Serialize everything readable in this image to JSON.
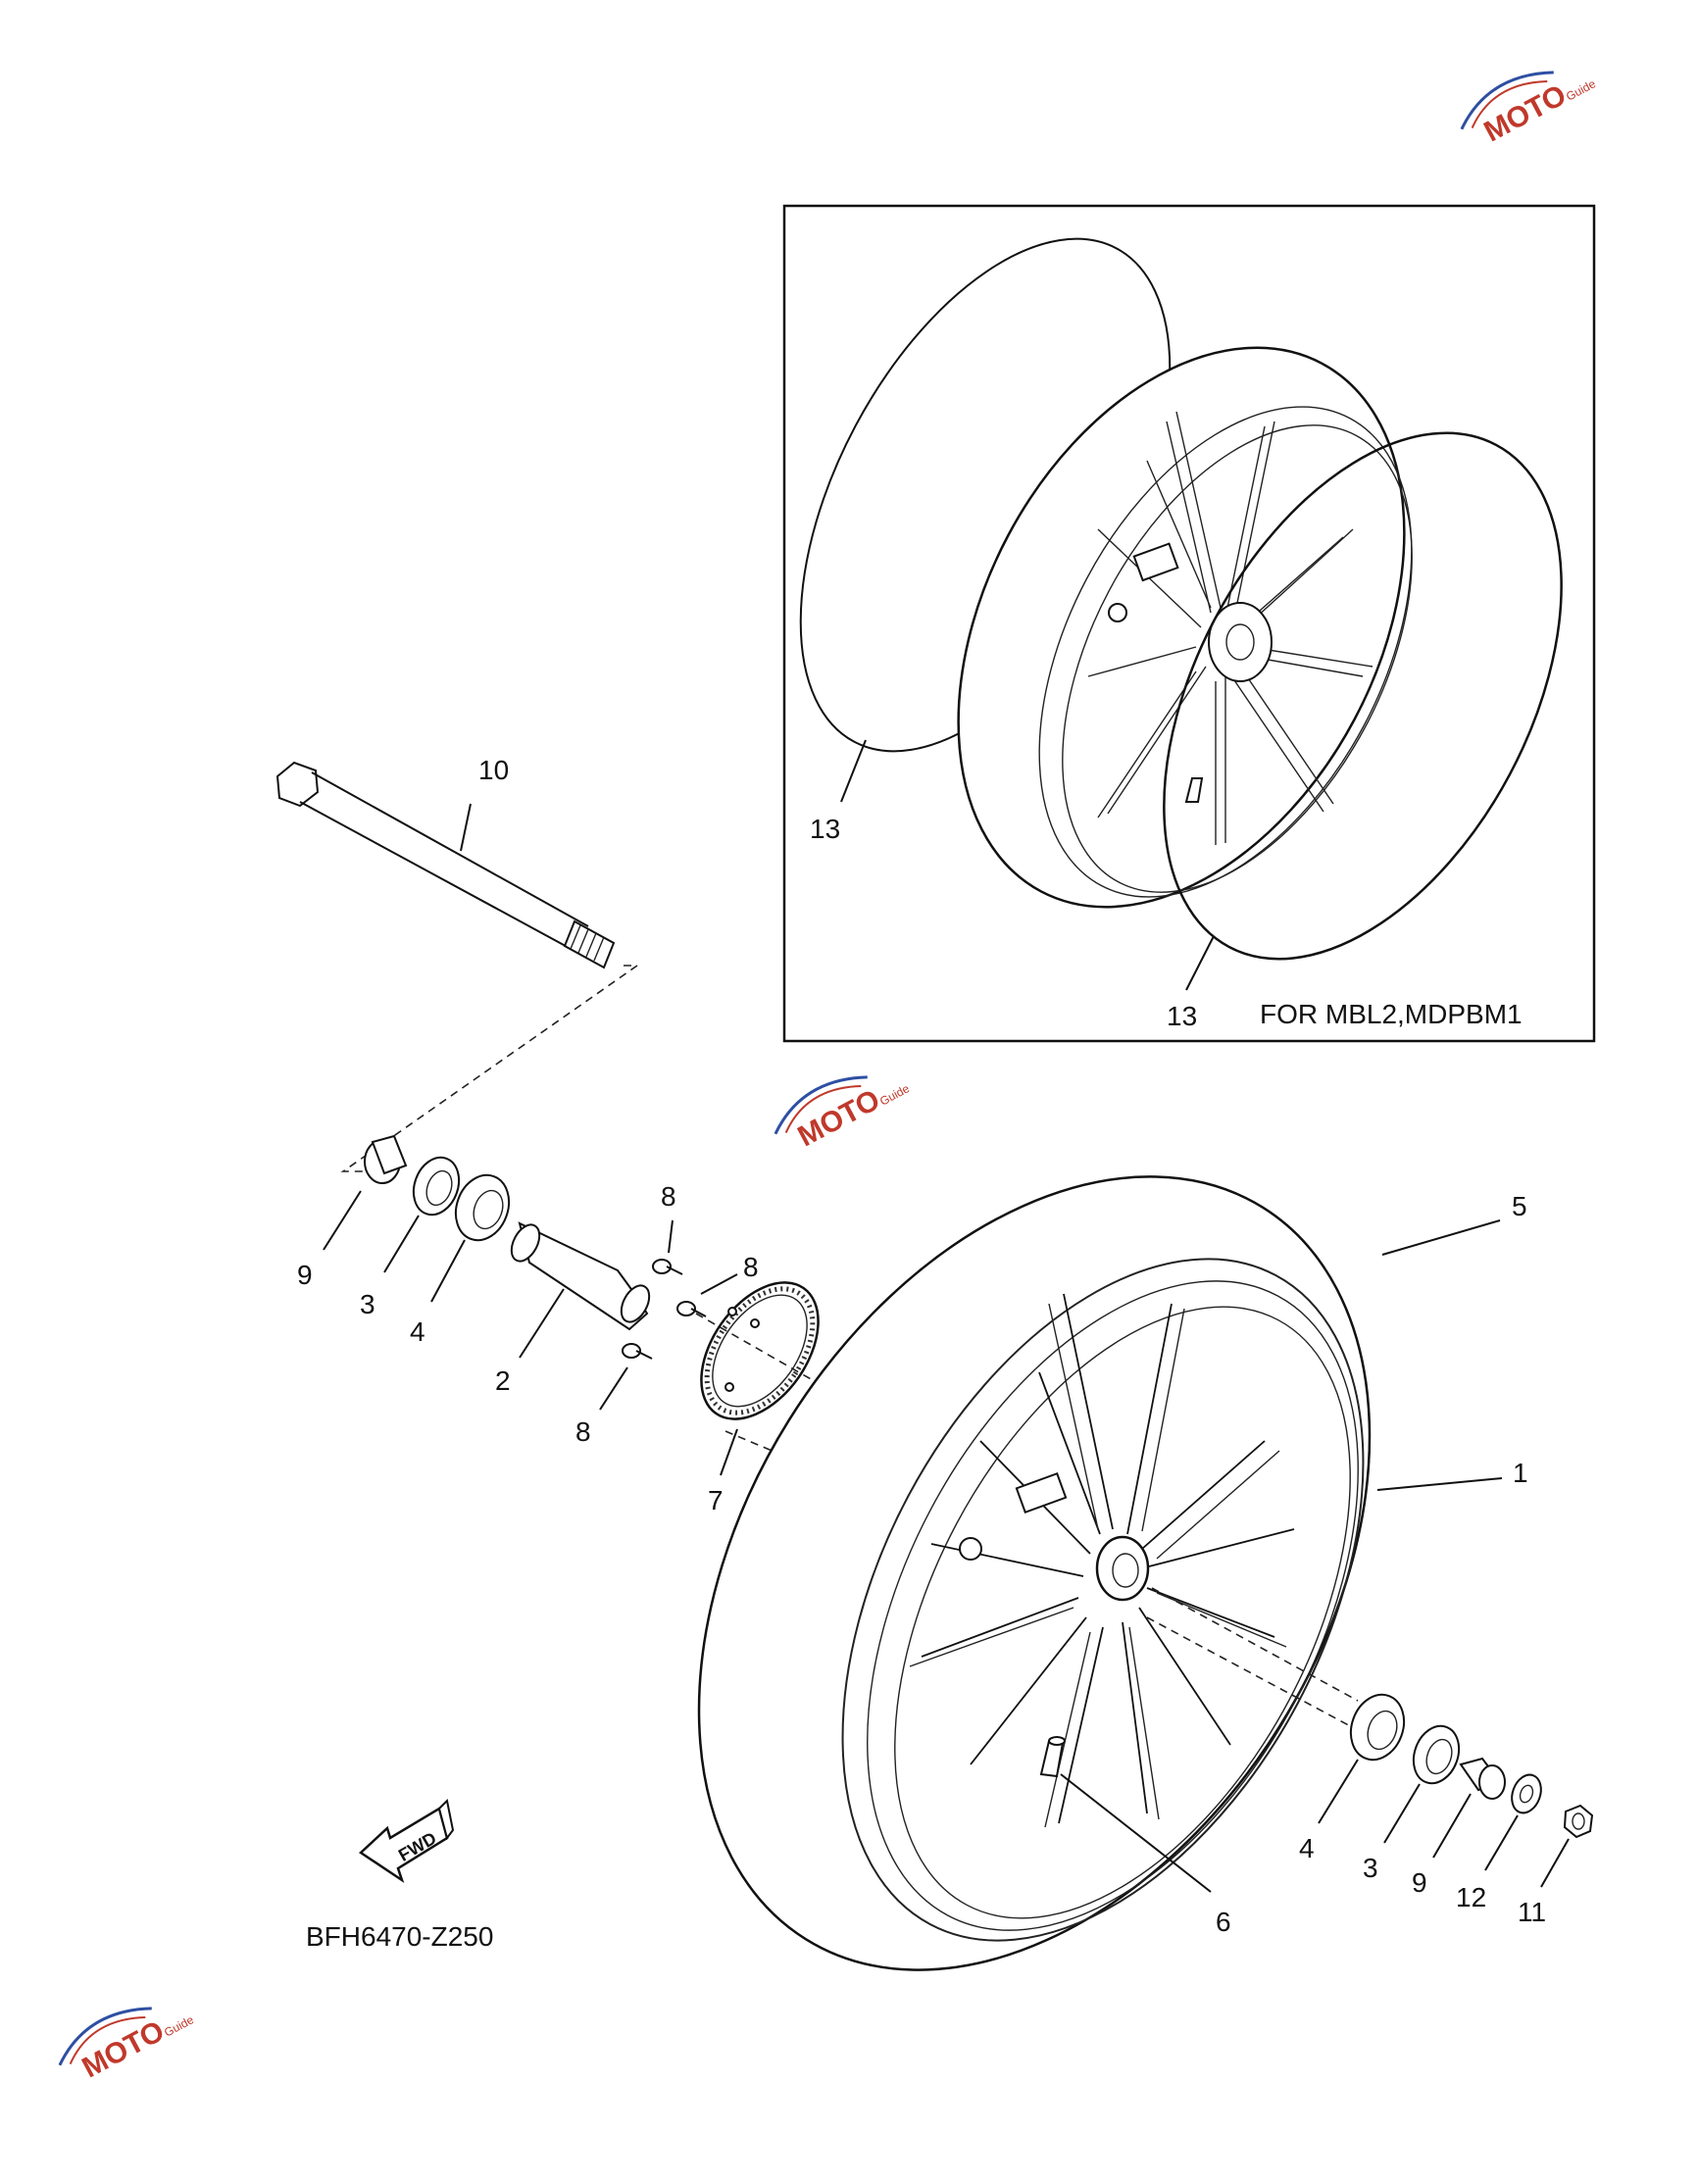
{
  "diagram_id": "BFH6470-Z250",
  "inset_caption": "FOR MBL2,MDPBM1",
  "fwd_label": "FWD",
  "watermark": {
    "brand": "MOTO",
    "tagline": "Guide"
  },
  "callouts": {
    "p1": "1",
    "p2": "2",
    "p3a": "3",
    "p3b": "3",
    "p4a": "4",
    "p4b": "4",
    "p5": "5",
    "p6": "6",
    "p7": "7",
    "p8a": "8",
    "p8b": "8",
    "p8c": "8",
    "p9a": "9",
    "p9b": "9",
    "p10": "10",
    "p11": "11",
    "p12": "12",
    "p13a": "13",
    "p13b": "13"
  },
  "colors": {
    "line": "#111111",
    "watermark_red": "#c0392b",
    "watermark_blue": "#2e4fa3"
  }
}
